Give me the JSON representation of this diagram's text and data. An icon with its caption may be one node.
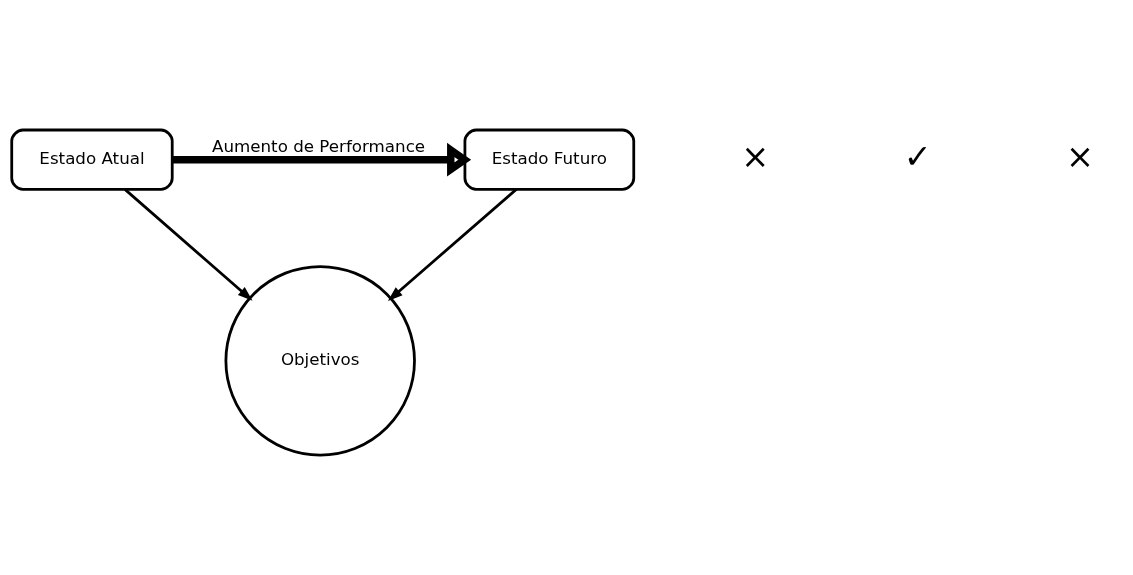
{
  "diagram": {
    "nodes": [
      {
        "text": [
          "Estado Atual"
        ]
      },
      {
        "text": [
          "Estado Futuro"
        ]
      },
      {
        "text": [
          "Objetivos"
        ]
      }
    ],
    "edges": [
      {
        "from": 0,
        "to": 1,
        "arrow": "to",
        "label": "Aumento de Performance",
        "style": "thick"
      },
      {
        "from": 0,
        "to": 2,
        "arrow": "to"
      },
      {
        "from": 1,
        "to": 2,
        "arrow": "to"
      }
    ],
    "labels": [
      "×",
      "✓",
      "×"
    ]
  }
}
